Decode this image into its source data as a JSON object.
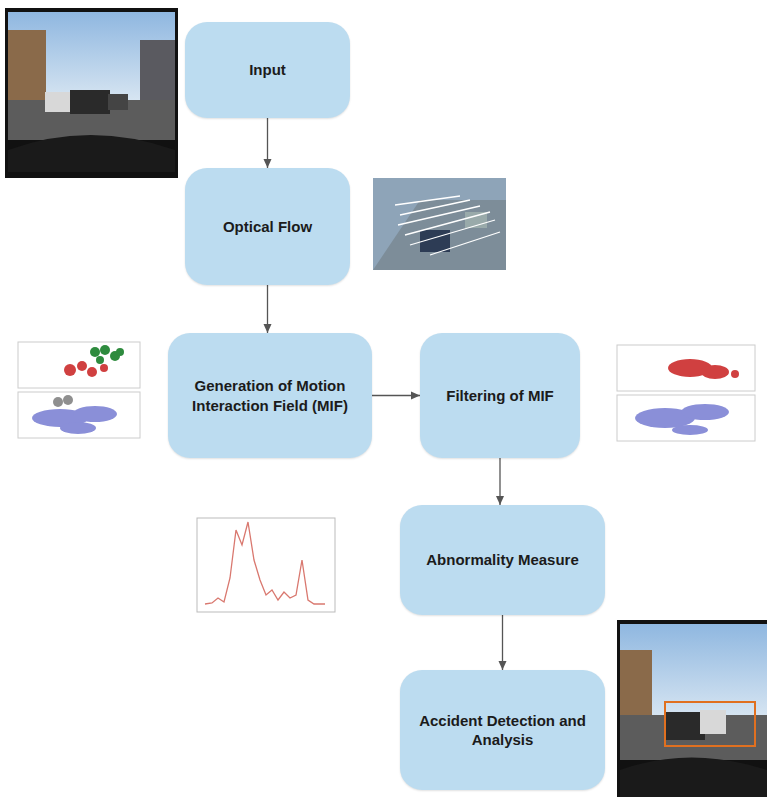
{
  "diagram": {
    "nodes": [
      {
        "text": [
          "Input"
        ]
      },
      {
        "text": [
          "Optical Flow"
        ]
      },
      {
        "text": [
          "Generation of Motion Interaction Field (MIF)"
        ]
      },
      {
        "text": [
          "Filtering of MIF"
        ]
      },
      {
        "text": [
          "Abnormality Measure"
        ]
      },
      {
        "text": [
          "Accident Detection and Analysis"
        ]
      }
    ],
    "edges": [
      {
        "from": 0,
        "to": 1,
        "arrow": "to"
      },
      {
        "from": 1,
        "to": 2,
        "arrow": "to"
      },
      {
        "from": 2,
        "to": 3,
        "arrow": "to"
      },
      {
        "from": 3,
        "to": 4,
        "arrow": "to"
      },
      {
        "from": 4,
        "to": 5,
        "arrow": "to"
      }
    ]
  }
}
